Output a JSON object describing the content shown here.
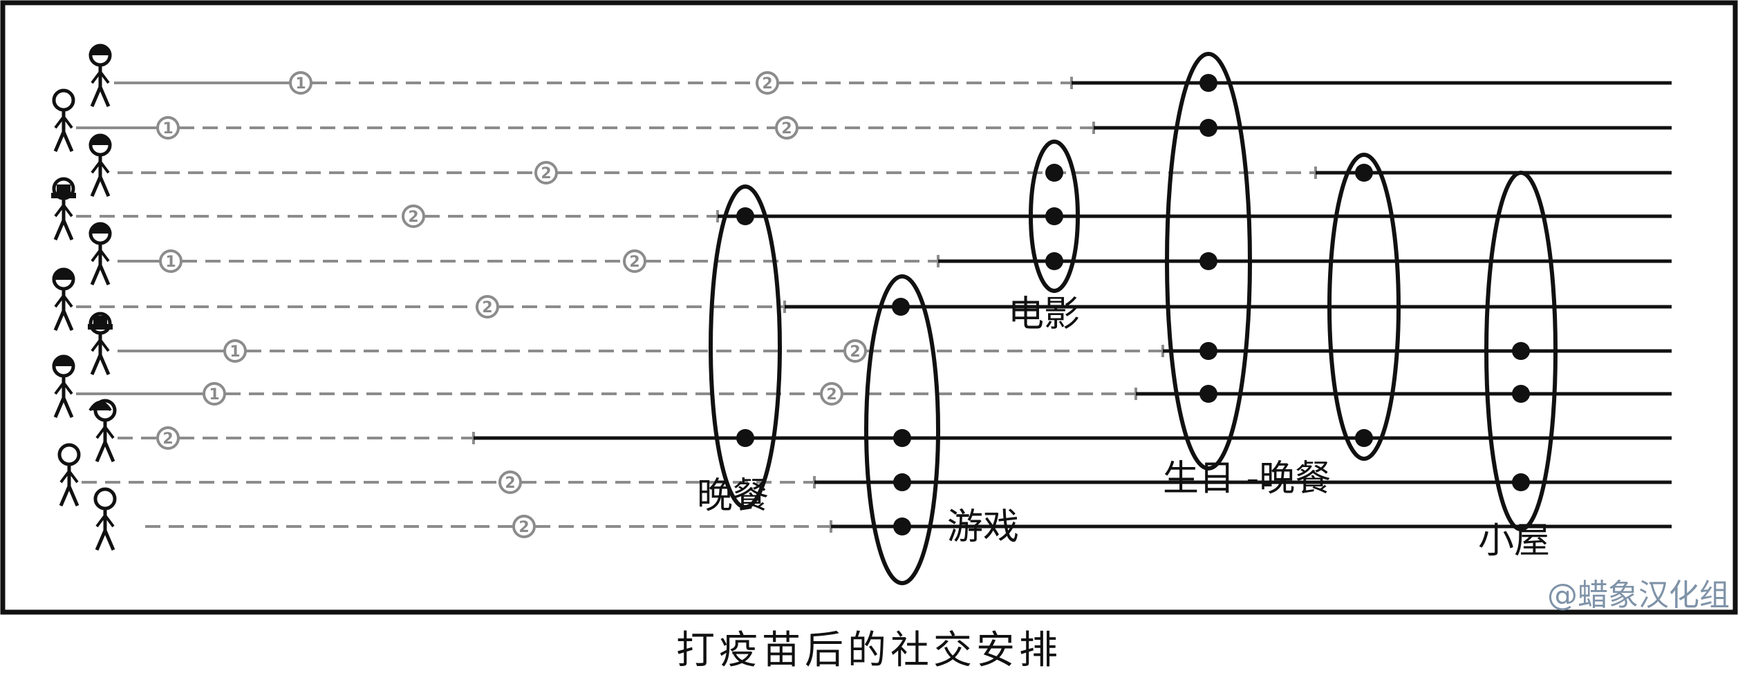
{
  "caption": "打疫苗后的社交安排",
  "watermark": "@蜡象汉化组",
  "events": {
    "dinner_1": "晚餐",
    "games": "游戏",
    "movie": "电影",
    "birthday_dinner": "生日 -晚餐",
    "cabin": "小屋"
  },
  "dose_labels": {
    "first": "1",
    "second": "2"
  },
  "colors": {
    "ink": "#111111",
    "dose_line": "#8c8c8c",
    "watermark": "#7f93a8"
  }
}
